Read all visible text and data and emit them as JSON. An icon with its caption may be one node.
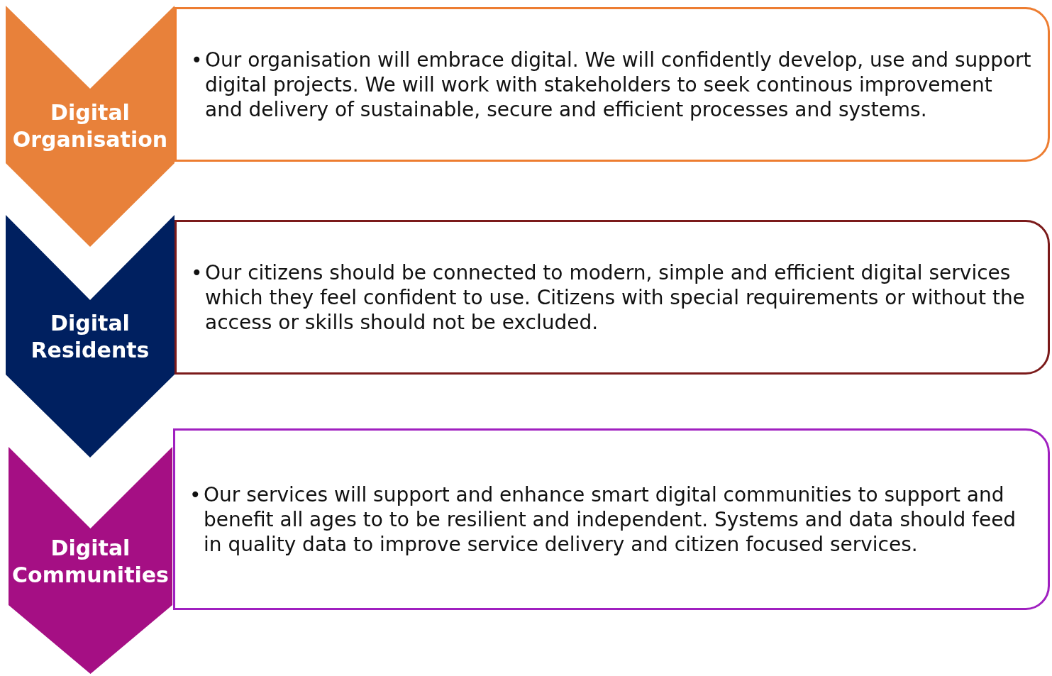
{
  "diagram": {
    "nodes": [
      {
        "text": [
          "Digital Organisation"
        ]
      },
      {
        "text": [
          "•",
          "Our organisation will embrace digital. We will confidently develop, use and support digital projects. We will work with stakeholders to seek continous improvement and delivery of sustainable, secure and efficient processes and systems."
        ]
      },
      {
        "text": [
          "Digital Residents"
        ]
      },
      {
        "text": [
          "•",
          "Our citizens should be connected to modern, simple and efficient digital services which they feel confident to use. Citizens with special requirements or without the access or skills should not be excluded."
        ]
      },
      {
        "text": [
          "Digital Communities"
        ]
      },
      {
        "text": [
          "•",
          "Our services will support and enhance smart digital communities to support and benefit all ages to to be resilient and independent. Systems and data should feed in quality data to improve service delivery and citizen focused services."
        ]
      }
    ]
  }
}
